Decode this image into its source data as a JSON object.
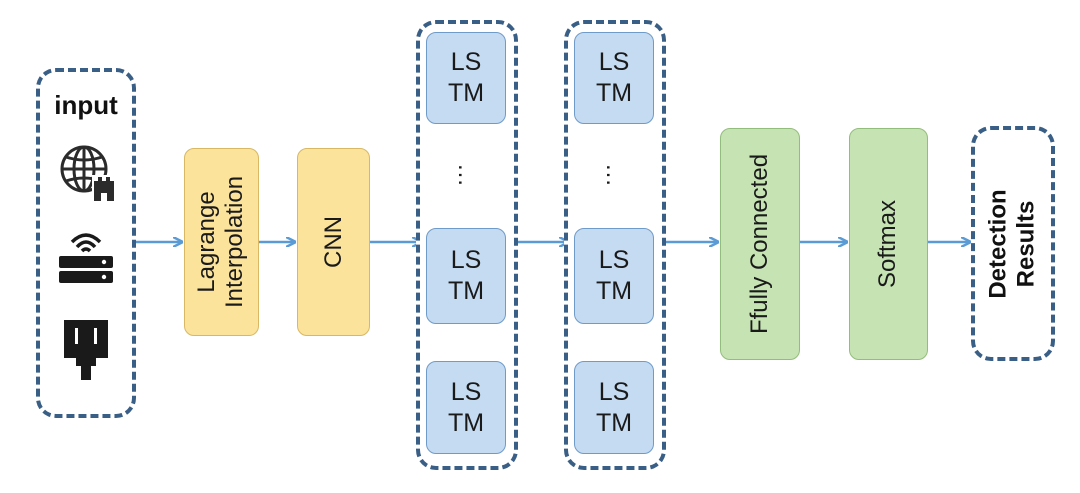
{
  "input": {
    "title": "input",
    "icons": [
      "globe-castle-icon",
      "wireless-server-icon",
      "ethernet-port-icon"
    ]
  },
  "nodes": {
    "lagrange_line1": "Lagrange",
    "lagrange_line2": "Interpolation",
    "cnn": "CNN",
    "lstm_line1": "LS",
    "lstm_line2": "TM",
    "fully_connected": "Ffully Connected",
    "softmax": "Softmax",
    "detection_line1": "Detection",
    "detection_line2": "Results"
  },
  "ellipsis": "…",
  "colors": {
    "arrow": "#5b9bd5",
    "dashed_border": "#3a5f86",
    "yellow": "#fbe39c",
    "green": "#c6e3b4",
    "blue": "#c4dbf2"
  }
}
